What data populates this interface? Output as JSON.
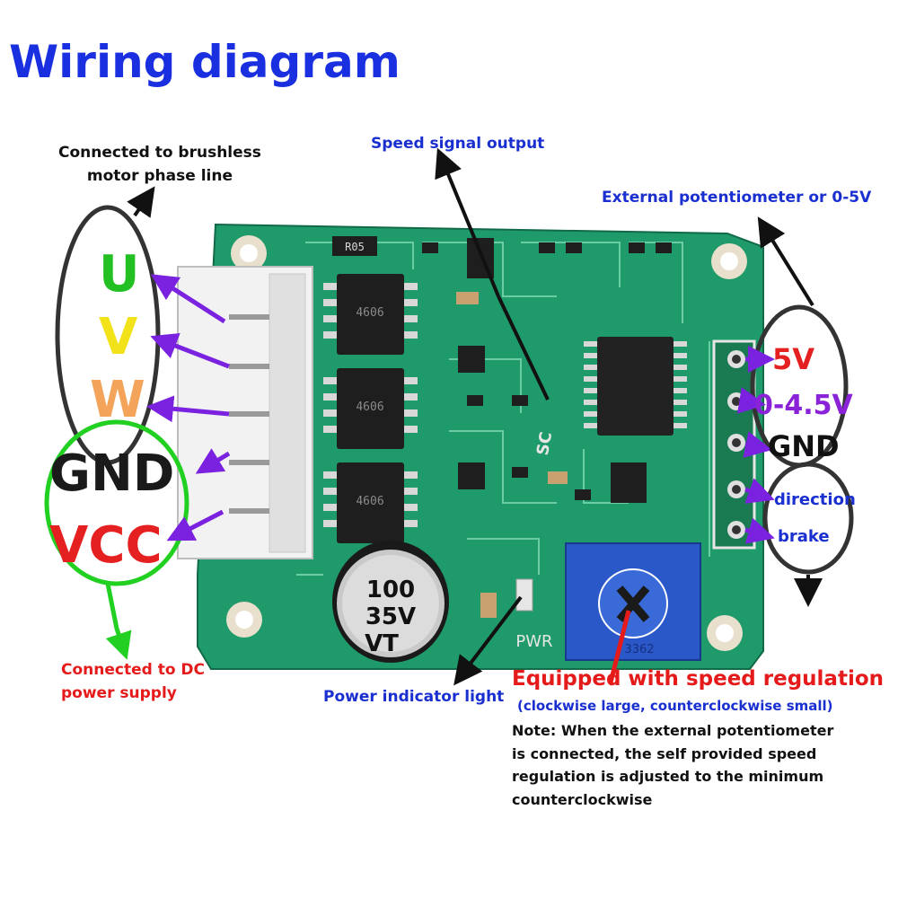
{
  "title": "Wiring diagram",
  "labels": {
    "motor_phase": "Connected to brushless\nmotor phase line",
    "speed_signal": "Speed signal output",
    "ext_pot": "External potentiometer or 0-5V",
    "dc_supply": "Connected to DC\npower supply",
    "power_light": "Power indicator light",
    "speed_reg": "Equipped with speed regulation",
    "speed_reg_sub": "(clockwise large, counterclockwise small)",
    "note": "Note: When the external potentiometer\nis connected, the self provided speed\nregulation is adjusted to the minimum\ncounterclockwise"
  },
  "left_pins": [
    {
      "text": "U",
      "color": "#22c022"
    },
    {
      "text": "V",
      "color": "#f2e21a"
    },
    {
      "text": "W",
      "color": "#f4a45a"
    },
    {
      "text": "GND",
      "color": "#1a1a1a"
    },
    {
      "text": "VCC",
      "color": "#e52020"
    }
  ],
  "right_pins": [
    {
      "text": "5V",
      "color": "#e52020"
    },
    {
      "text": "0-4.5V",
      "color": "#8a22d8"
    },
    {
      "text": "GND",
      "color": "#111111"
    },
    {
      "text": "direction",
      "color": "#1a2fd0"
    },
    {
      "text": "brake",
      "color": "#1a2fd0"
    }
  ],
  "board_text": {
    "cap_value": "100",
    "cap_voltage": "35V",
    "cap_series": "VT",
    "pwr": "PWR",
    "sc": "SC",
    "pot_code": "3362",
    "chip1": "4606",
    "chip2": "4606",
    "chip3": "4606",
    "resistor": "R05"
  },
  "colors": {
    "title": "#1a2fe0",
    "arrow_purple": "#7a22e0",
    "circle_green": "#22d022",
    "pcb": "#1f9a6a"
  }
}
